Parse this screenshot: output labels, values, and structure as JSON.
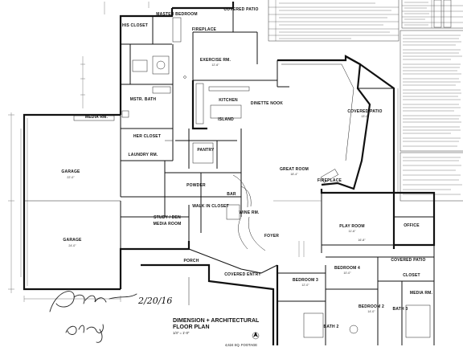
{
  "title_block": {
    "line1": "DIMENSION + ARCHITECTURAL",
    "line2": "FLOOR PLAN",
    "scale": "1/4\" = 1'-0\"",
    "footer": "4,624 SQ. FOOTAGE"
  },
  "signatures": {
    "date_text": "2/20/16"
  },
  "rooms": {
    "master_bedroom": "MASTER BEDROOM",
    "his_closet": "HIS CLOSET",
    "covered_patio_top": "COVERED PATIO",
    "fireplace_top": "FIREPLACE",
    "exercise_rm": "EXERCISE RM.",
    "mstr_bath": "MSTR. BATH",
    "media_rm_left": "MEDIA RM.",
    "kitchen": "KITCHEN",
    "dinette_nook": "DINETTE NOOK",
    "island": "ISLAND",
    "covered_patio_right": "COVERED PATIO",
    "her_closet": "HER CLOSET",
    "pantry": "PANTRY",
    "laundry_rm": "LAUNDRY RM.",
    "garage_top": "GARAGE",
    "garage_bottom": "GARAGE",
    "great_room": "GREAT ROOM",
    "fireplace_mid": "FIREPLACE",
    "powder": "POWDER",
    "bar": "BAR",
    "walk_in_closet": "WALK IN CLOSET",
    "study_den": "STUDY / DEN",
    "media_room": "MEDIA ROOM",
    "wine_rm": "WINE RM.",
    "play_room": "PLAY ROOM",
    "office": "OFFICE",
    "foyer": "FOYER",
    "porch": "PORCH",
    "covered_entry": "COVERED ENTRY",
    "bedroom_3": "BEDROOM 3",
    "bedroom_4": "BEDROOM 4",
    "bedroom_2": "BEDROOM 2",
    "covered_patio_br": "COVERED PATIO",
    "closet": "CLOSET",
    "bath_2": "BATH 2",
    "bath_3": "BATH 3",
    "media_rm_right": "MEDIA RM."
  },
  "dims": {
    "d1": "14'-0\"",
    "d2": "12'-6\"",
    "d3": "16'-8\"",
    "d4": "22'-0\"",
    "d5": "18'-4\"",
    "d6": "13'-0\"",
    "d7": "11'-6\"",
    "d8": "12'-0\"",
    "d9": "10'-0\"",
    "d10": "24'-0\""
  }
}
